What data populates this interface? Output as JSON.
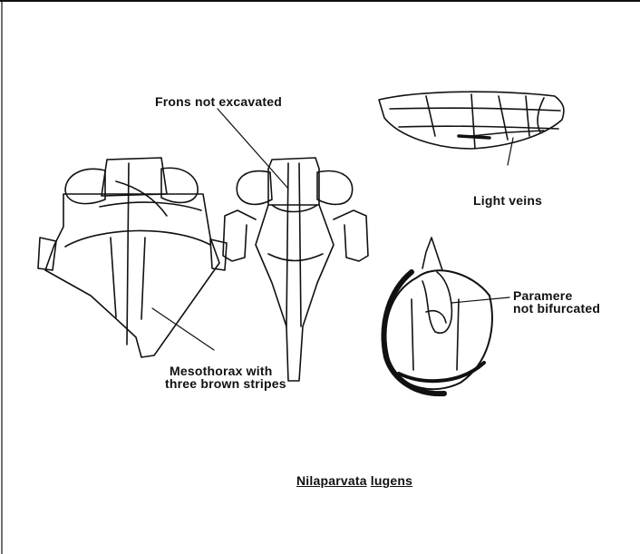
{
  "figure": {
    "labels": {
      "frons": "Frons not excavated",
      "light_veins": "Light veins",
      "paramere_line1": "Paramere",
      "paramere_line2": "not bifurcated",
      "mesothorax_line1": "Mesothorax with",
      "mesothorax_line2": "three brown stripes"
    },
    "caption": {
      "genus": "Nilaparvata",
      "species": "lugens"
    }
  }
}
